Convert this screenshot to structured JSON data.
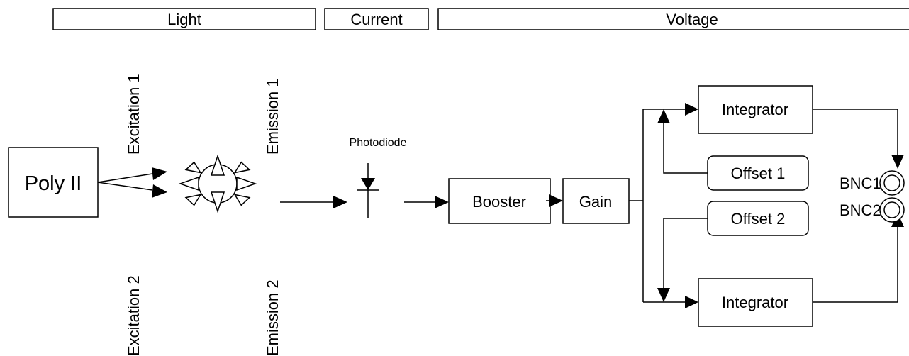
{
  "sections": {
    "light": "Light",
    "current": "Current",
    "voltage": "Voltage"
  },
  "source": {
    "label": "Poly II"
  },
  "filters": {
    "excitation_1": "Excitation 1",
    "excitation_2": "Excitation 2",
    "emission_1": "Emission 1",
    "emission_2": "Emission 2"
  },
  "detector": {
    "label": "Photodiode"
  },
  "blocks": {
    "booster": "Booster",
    "gain": "Gain",
    "integrator_top": "Integrator",
    "integrator_bottom": "Integrator",
    "offset_1": "Offset 1",
    "offset_2": "Offset 2"
  },
  "outputs": {
    "bnc1": "BNC1",
    "bnc2": "BNC2"
  }
}
